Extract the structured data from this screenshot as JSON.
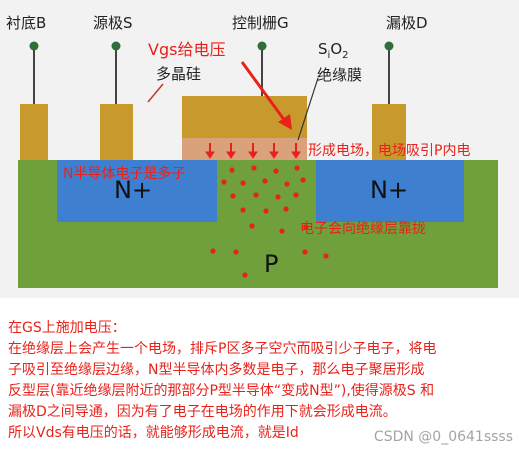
{
  "terminals": {
    "substrate": "衬底B",
    "source": "源极S",
    "gate": "控制栅G",
    "drain": "漏极D"
  },
  "labels": {
    "vgs": "Vgs给电压",
    "polysilicon": "多晶硅",
    "sio2_formula": "SiO2",
    "insulator": "绝缘膜",
    "electric_field": "形成电场，电场吸引P内电",
    "n_electrons": "N半导体电子是多子",
    "electrons_drift": "电子会向绝缘层靠拢",
    "n_plus_left": "N+",
    "n_plus_right": "N+",
    "p_region": "P"
  },
  "caption": {
    "title": "在GS上施加电压：",
    "lines": [
      "在绝缘层上会产生一个电场，排斥P区多子空穴而吸引少子电子，将电",
      "子吸引至绝缘层边缘，N型半导体内多数是电子，那么电子聚居形成",
      "反型层(靠近绝缘层附近的那部分P型半导体“变成N型”),使得源极S 和",
      "漏极D之间导通，因为有了电子在电场的作用下就会形成电流。",
      "所以Vds有电压的话，就能够形成电流，就是Id"
    ]
  },
  "watermark": "CSDN @0_0641ssss",
  "colors": {
    "substrate": "#6fa03c",
    "n_region": "#3f7fd0",
    "metal": "#c89a2e",
    "oxide": "#d9a27a",
    "text_red": "#e8221b"
  }
}
